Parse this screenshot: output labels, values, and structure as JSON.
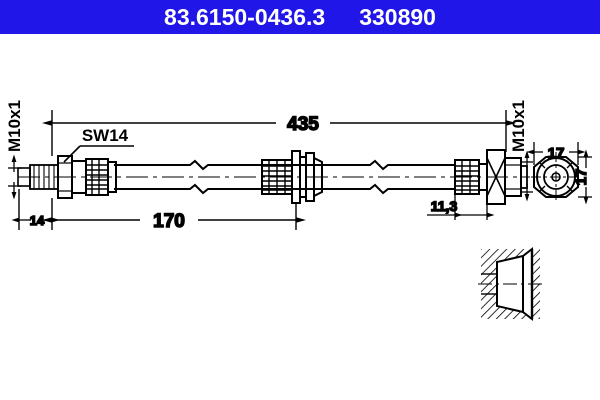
{
  "header": {
    "part_number": "83.6150-0436.3",
    "reference_number": "330890",
    "background_color": "#2016e8",
    "text_color": "#ffffff"
  },
  "drawing": {
    "title": "brake-hose-technical-drawing",
    "line_color": "#000000",
    "background_color": "#ffffff",
    "labels": {
      "thread_left": "M10x1",
      "thread_right": "M10x1",
      "wrench_size": "SW14"
    },
    "dimensions": {
      "overall_length": "435",
      "length_to_bracket": "170",
      "left_end_length": "14",
      "right_end_length": "11,3",
      "end_view_width": "17",
      "end_view_height": "17"
    }
  }
}
